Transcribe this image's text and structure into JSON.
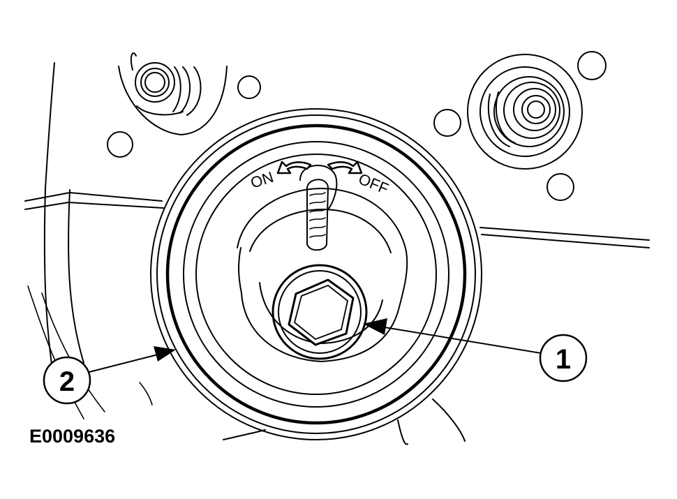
{
  "figure": {
    "id_label": "E0009636"
  },
  "dial": {
    "on_label": "ON",
    "off_label": "OFF"
  },
  "callouts": [
    {
      "number": "1"
    },
    {
      "number": "2"
    }
  ],
  "icons": {
    "on_arrow": "left-curved-arrow-icon",
    "off_arrow": "right-curved-arrow-icon",
    "fastener": "hex-bolt-icon"
  }
}
